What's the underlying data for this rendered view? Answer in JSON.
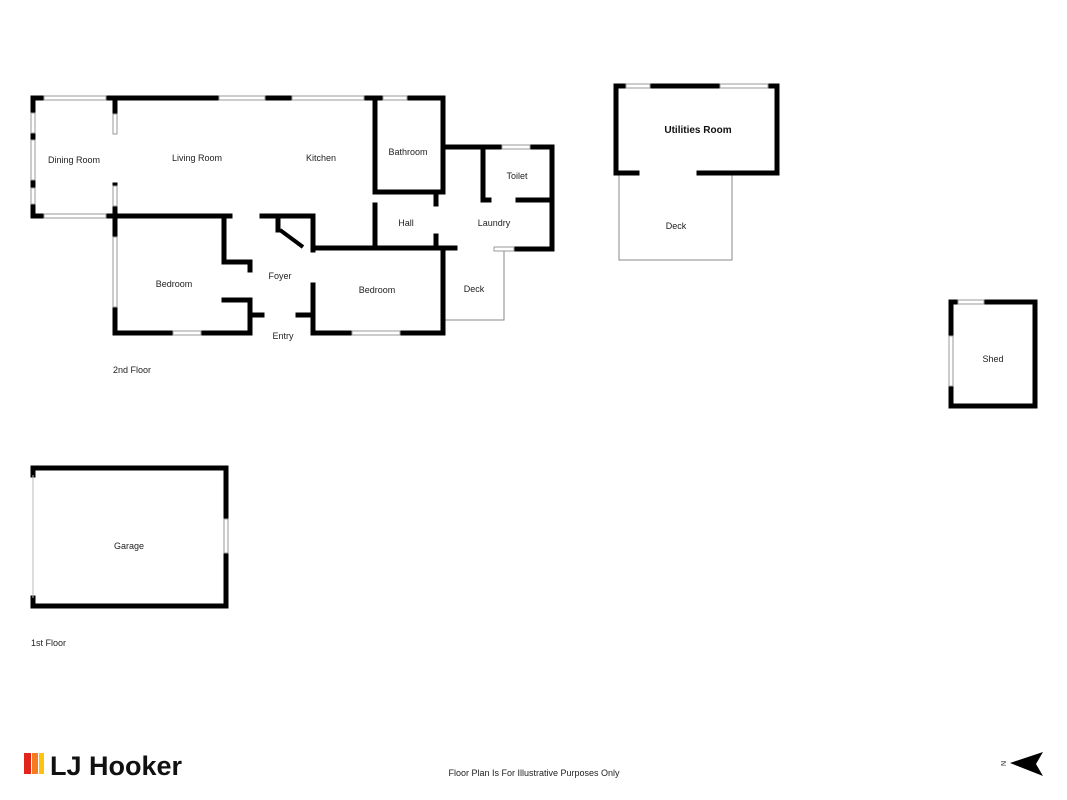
{
  "colors": {
    "wall": "#000000",
    "window": "#9a9a9a",
    "deck_outline": "#888888",
    "logo_red": "#e1251b",
    "logo_orange": "#f47b20",
    "logo_yellow": "#ffc20e"
  },
  "floors": {
    "second": "2nd Floor",
    "first": "1st Floor"
  },
  "rooms": {
    "dining_room": "Dining Room",
    "living_room": "Living Room",
    "kitchen": "Kitchen",
    "bathroom": "Bathroom",
    "toilet": "Toilet",
    "hall": "Hall",
    "laundry": "Laundry",
    "bedroom_1": "Bedroom",
    "foyer": "Foyer",
    "bedroom_2": "Bedroom",
    "deck_main": "Deck",
    "entry": "Entry",
    "utilities_room": "Utilities Room",
    "deck_utilities": "Deck",
    "shed": "Shed",
    "garage": "Garage"
  },
  "footer": {
    "brand": "LJ Hooker",
    "disclaimer": "Floor Plan Is For Illustrative Purposes Only",
    "compass_label": "N"
  },
  "icons": {
    "logo": "lj-hooker-logo-icon",
    "compass": "north-arrow-icon"
  }
}
